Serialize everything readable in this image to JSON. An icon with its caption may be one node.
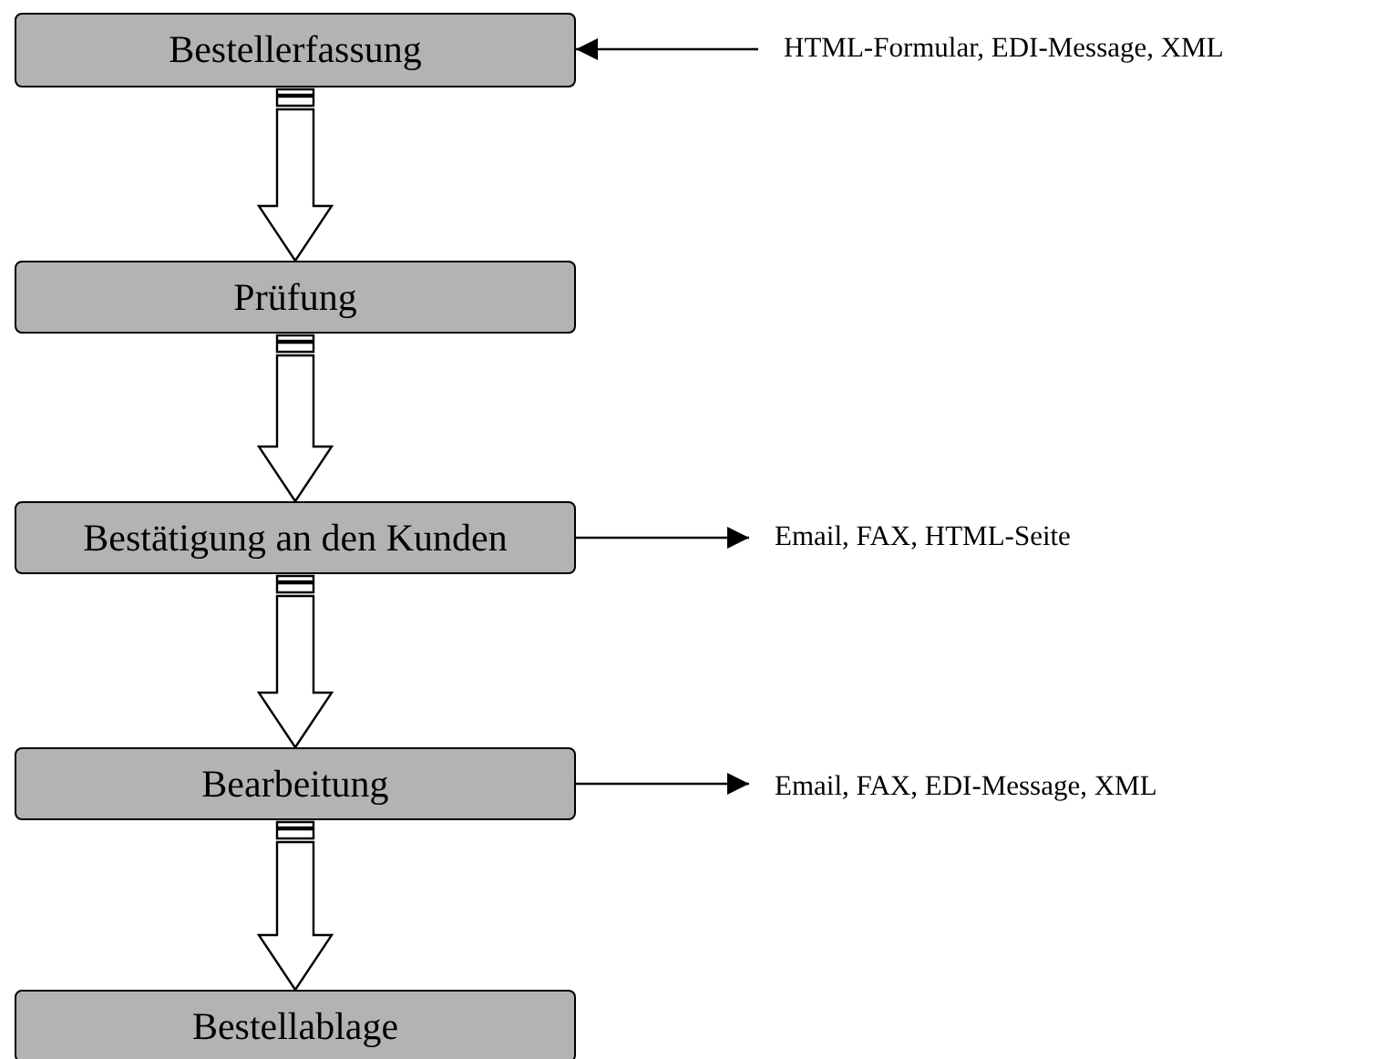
{
  "diagram": {
    "nodes": [
      {
        "text": [
          "Bestellerfassung"
        ]
      },
      {
        "text": [
          "Prüfung"
        ]
      },
      {
        "text": [
          "Bestätigung an den Kunden"
        ]
      },
      {
        "text": [
          "Bearbeitung"
        ]
      },
      {
        "text": [
          "Bestellablage"
        ]
      },
      {
        "text": [
          "HTML-Formular, EDI-Message, XML"
        ]
      },
      {
        "text": [
          "Email, FAX, HTML-Seite"
        ]
      },
      {
        "text": [
          "Email, FAX, EDI-Message, XML"
        ]
      }
    ],
    "edges": [
      {
        "from": 0,
        "to": 1,
        "arrow": "to",
        "style": "thick"
      },
      {
        "from": 1,
        "to": 2,
        "arrow": "to",
        "style": "thick"
      },
      {
        "from": 2,
        "to": 3,
        "arrow": "to",
        "style": "thick"
      },
      {
        "from": 3,
        "to": 4,
        "arrow": "to",
        "style": "thick"
      },
      {
        "from": 5,
        "to": 0,
        "arrow": "to"
      },
      {
        "from": 2,
        "to": 6,
        "arrow": "to"
      },
      {
        "from": 3,
        "to": 7,
        "arrow": "to"
      }
    ]
  }
}
